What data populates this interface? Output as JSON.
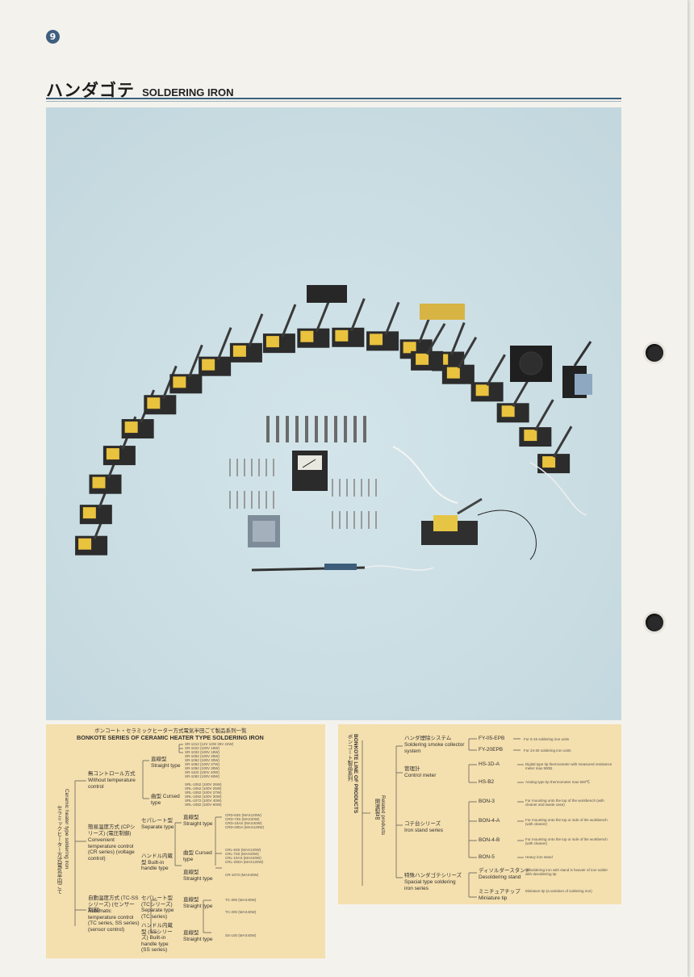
{
  "page": {
    "number": "9"
  },
  "header": {
    "title_jp": "ハンダゴテ",
    "title_en": "SOLDERING IRON"
  },
  "colors": {
    "accent": "#3b5f7c",
    "photo_bg": "#c9dde2",
    "panel_bg": "#f4dfae"
  },
  "left_chart": {
    "title_jp": "ボンコート・セラミックヒーター方式電気半田ごて製品系列一覧",
    "title_en": "BONKOTE SERIES OF CERAMIC HEATER TYPE SOLDERING IRON",
    "root_jp": "セラミックヒーター方式電気半田ごて",
    "root_en": "Ceramic heater type soldering iron",
    "groups": [
      {
        "jp": "無コントロール方式",
        "en": "Without temperature control"
      },
      {
        "jp": "簡易温度方式 (CPシリーズ) (電圧制御)",
        "en": "Convenient temperature control (CR series) (voltage control)"
      },
      {
        "jp": "自動温度方式 (TC-SSシリーズ) (センサー制御)",
        "en": "Automatic temperature control (TC series, SS series) (sensor control)"
      }
    ],
    "sub_labels": {
      "straight_1": "直線型 Straight type",
      "cursed_1": "曲型 Cursed type",
      "separate_cr": "セパレート型 Separate type",
      "builtin_cr": "ハンドル内蔵型 Built-in handle type",
      "straight_2": "直線型 Straight type",
      "cursed_2": "曲型 Cursed type",
      "straight_3": "直線型 Straight type",
      "separate_tc": "セパレート型 (TCシリーズ) Separate type (TC series)",
      "builtin_ss": "ハンドル内蔵型 (SSシリーズ) Built-in handle type (SS series)",
      "straight_4": "直線型 Straight type",
      "straight_5": "直線型 Straight type"
    },
    "models_straight_1": [
      "SR-1212 (12V 12W 26V 24W)",
      "SR-1022 (100V 18W)",
      "SR-1032 (100V 18W)",
      "SR-1052 (100V 25W)",
      "SR-1062 (100V 30W)",
      "SR-1082 (100V 27W)",
      "SR-1092 (100V 30W)",
      "SR-1102 (100V 40W)",
      "SR-1082 (100V 60W)"
    ],
    "models_cursed_1": [
      "SRL-1052 (100V 26W)",
      "SRL-1062 (100V 25W)",
      "SRL-1082 (100V 27W)",
      "SRL-1092 (100V 30W)",
      "SRL-1072 (100V 40W)",
      "SRL-1082 (100V 60W)"
    ],
    "models_cr_straight": [
      "CRD-63S (MAX120W)",
      "CRD-73S (MAX20W)",
      "CRD-10AS (MAX40W)",
      "CRD-20DA (MAX120W)"
    ],
    "models_cr_cursed": [
      "CRL-63S (MAX120W)",
      "CRL-73S (MAX20W)",
      "CRL-10AS (MAX40W)",
      "CRL-20DA (MAX120W)"
    ],
    "model_cr_builtin": "CR-1073 (MAX40W)",
    "model_tc_straight": "TC-300 (MAX40W)",
    "model_tc_straight_2": "TC-200 (MAX40W)",
    "model_ss_straight": "SS-100 (MAX40W)"
  },
  "right_chart": {
    "root_jp": "ボンコート製品系列",
    "root_en": "BONKOTE LINE OF PRODUCTS",
    "branch_jp": "関連製品",
    "branch_en": "Related products",
    "groups": [
      {
        "jp": "ハンダ煙除システム",
        "en": "Soldering smoke collector system",
        "models": [
          "FY-05-EPB",
          "FY-20EPB"
        ]
      },
      {
        "jp": "管理計",
        "en": "Control meter",
        "models": [
          "HS-1D-A",
          "HS-B2"
        ]
      },
      {
        "jp": "コテ台シリーズ",
        "en": "Iron stand series",
        "models": [
          "BON-3",
          "BON-4-A",
          "BON-4-B",
          "BON-5"
        ]
      },
      {
        "jp": "特殊ハンダゴテシリーズ",
        "en": "Spacial type soldering iron series",
        "models": []
      }
    ],
    "special_items": [
      {
        "jp": "ディソルダースタンド",
        "en": "Desoldering stand"
      },
      {
        "jp": "ミニチュアチップ",
        "en": "Miniature tip"
      }
    ],
    "notes": {
      "fy05": "For 5-15 soldering iron units",
      "fy20": "For 24-30 soldering iron units",
      "hs1d": "Digital type tip thermometer with measured resistance meter max 500Ω",
      "hsb2": "Analog type tip thermometer max 600℃",
      "bon3": "For mounting onto the top of the workbench (with cleaner and waste case)",
      "bon4a": "For mounting onto the top or side of the workbench (with cleaner)",
      "bon4b": "For mounting onto the top or side of the workbench (with cleaner)",
      "bon5": "Heavy iron stand",
      "desolder": "Desoldering iron with stand is heavier of iron solder with desoldering tip",
      "miniature": "Miniature tip (a variation of soldering iron)"
    }
  }
}
